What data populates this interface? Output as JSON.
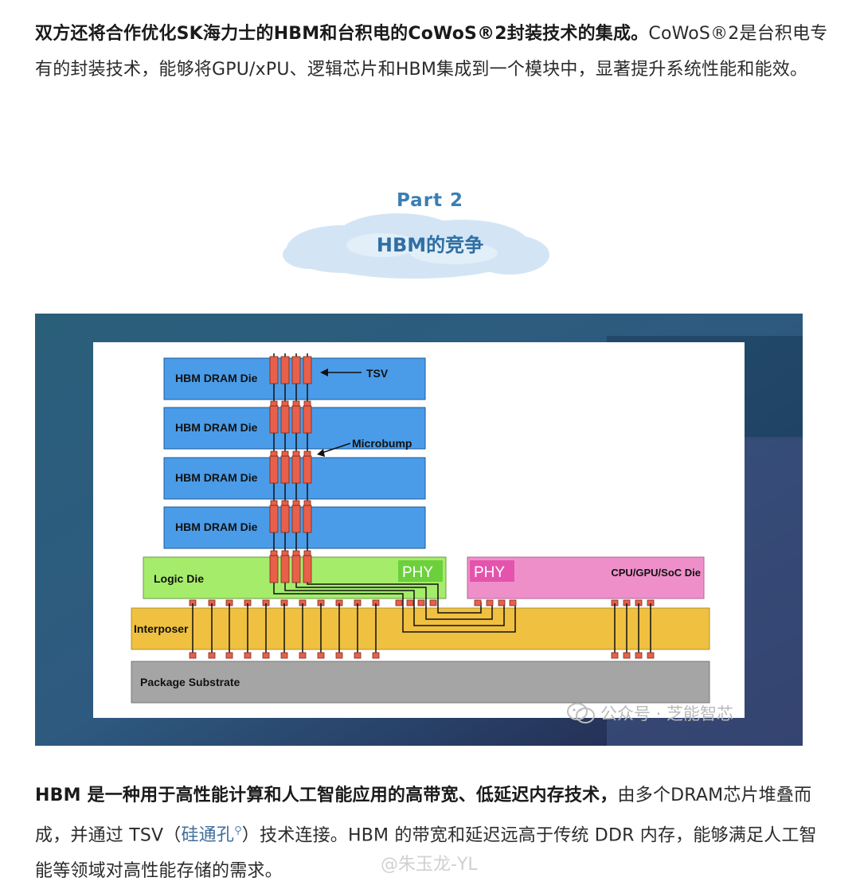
{
  "intro": {
    "bold": "双方还将合作优化SK海力士的HBM和台积电的CoWoS®2封装技术的集成。",
    "rest": "CoWoS®2是台积电专有的封装技术，能够将GPU/xPU、逻辑芯片和HBM集成到一个模块中，显著提升系统性能和能效。"
  },
  "section": {
    "part": "Part 2",
    "title": "HBM的竞争"
  },
  "figure": {
    "dram_label": "HBM DRAM Die",
    "tsv_label": "TSV",
    "microbump_label": "Microbump",
    "logic_die_label": "Logic Die",
    "phy_label": "PHY",
    "soc_label": "CPU/GPU/SoC Die",
    "interposer_label": "Interposer",
    "substrate_label": "Package Substrate",
    "colors": {
      "dram": "#4a9ce8",
      "logic": "#a6ec6b",
      "phy_logic": "#6cd03c",
      "soc": "#ef8fca",
      "phy_soc": "#e453ac",
      "interposer": "#f0c040",
      "substrate": "#a5a5a5",
      "bump": "#e8604a"
    }
  },
  "watermark": {
    "icon": "wechat-icon",
    "text": "公众号 · 芝能智芯"
  },
  "body": {
    "bold": "HBM 是一种用于高性能计算和人工智能应用的高带宽、低延迟内存技术，",
    "text1": "由多个DRAM芯片堆叠而成，并通过 TSV（",
    "link": "硅通孔",
    "search_icon": "search-icon",
    "text2": "）技术连接。HBM 的带宽和延迟远高于传统 DDR 内存，能够满足人工智能等领域对高性能存储的需求。"
  },
  "footer": {
    "text": "@朱玉龙-YL"
  }
}
